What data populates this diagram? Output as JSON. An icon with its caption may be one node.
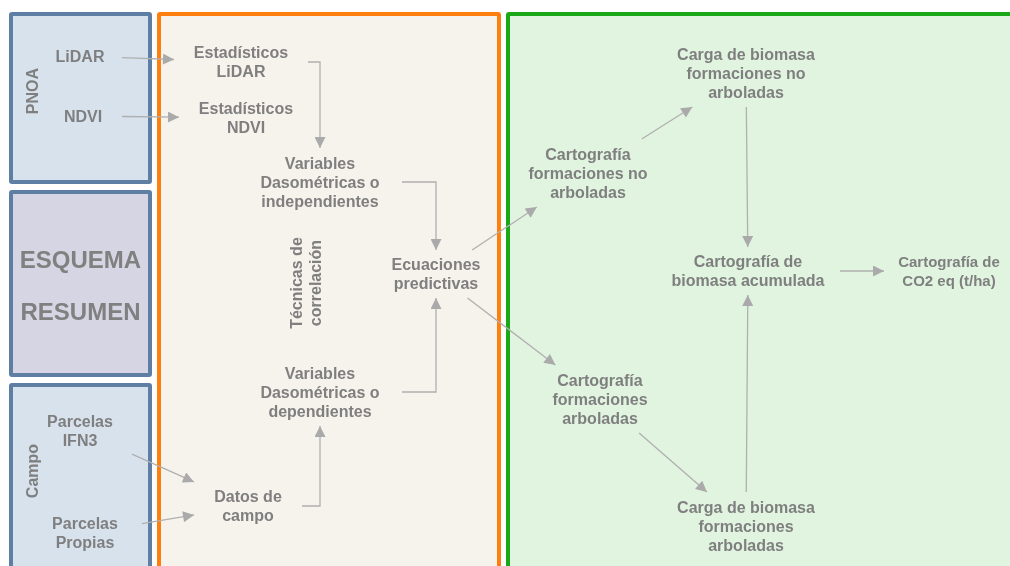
{
  "diagram": {
    "nodes": [
      {
        "text": [
          "PNOA"
        ]
      },
      {
        "text": [
          "LiDAR"
        ],
        "in": 0
      },
      {
        "text": [
          "NDVI"
        ],
        "in": 0
      },
      {
        "text": [
          "ESQUEMA RESUMEN"
        ]
      },
      {
        "text": [
          "Campo"
        ]
      },
      {
        "text": [
          "Parcelas IFN3"
        ],
        "in": 4
      },
      {
        "text": [
          "Parcelas Propias"
        ],
        "in": 4
      },
      {
        "text": [],
        "shape": "box"
      },
      {
        "text": [
          "Estadísticos LiDAR"
        ],
        "in": 7
      },
      {
        "text": [
          "Estadísticos NDVI"
        ],
        "in": 7
      },
      {
        "text": [
          "Variables Dasométricas o independientes"
        ],
        "in": 7
      },
      {
        "text": [
          "Ecuaciones predictivas"
        ],
        "in": 7
      },
      {
        "text": [
          "Variables Dasométricas o dependientes"
        ],
        "in": 7
      },
      {
        "text": [
          "Datos de campo"
        ],
        "in": 7
      },
      {
        "text": [],
        "shape": "box"
      },
      {
        "text": [
          "Cartografía formaciones no arboladas"
        ],
        "in": 14
      },
      {
        "text": [
          "Carga de biomasa formaciones no arboladas"
        ],
        "in": 14
      },
      {
        "text": [
          "Cartografía formaciones arboladas"
        ],
        "in": 14
      },
      {
        "text": [
          "Cartografía de biomasa acumulada"
        ],
        "in": 14
      },
      {
        "text": [
          "Cartografía de CO2 eq (t/ha)"
        ],
        "in": 14
      },
      {
        "text": [
          "Carga de biomasa formaciones arboladas"
        ],
        "in": 14
      }
    ],
    "edges": [
      {
        "from": 1,
        "to": 8,
        "arrow": "to"
      },
      {
        "from": 2,
        "to": 9,
        "arrow": "to"
      },
      {
        "from": 8,
        "to": 10,
        "arrow": "to"
      },
      {
        "from": 10,
        "to": 11,
        "arrow": "to"
      },
      {
        "from": 12,
        "to": 11,
        "arrow": "to"
      },
      {
        "from": 5,
        "to": 13,
        "arrow": "to"
      },
      {
        "from": 6,
        "to": 13,
        "arrow": "to"
      },
      {
        "from": 13,
        "to": 12,
        "arrow": "to"
      },
      {
        "from": 11,
        "to": 15,
        "arrow": "to"
      },
      {
        "from": 11,
        "to": 17,
        "arrow": "to"
      },
      {
        "from": 15,
        "to": 16,
        "arrow": "to"
      },
      {
        "from": 16,
        "to": 18,
        "arrow": "to"
      },
      {
        "from": 20,
        "to": 18,
        "arrow": "to"
      },
      {
        "from": 17,
        "to": 20,
        "arrow": "to"
      },
      {
        "from": 18,
        "to": 19,
        "arrow": "to"
      }
    ],
    "labels": [
      "Técnicas de correlación"
    ]
  }
}
